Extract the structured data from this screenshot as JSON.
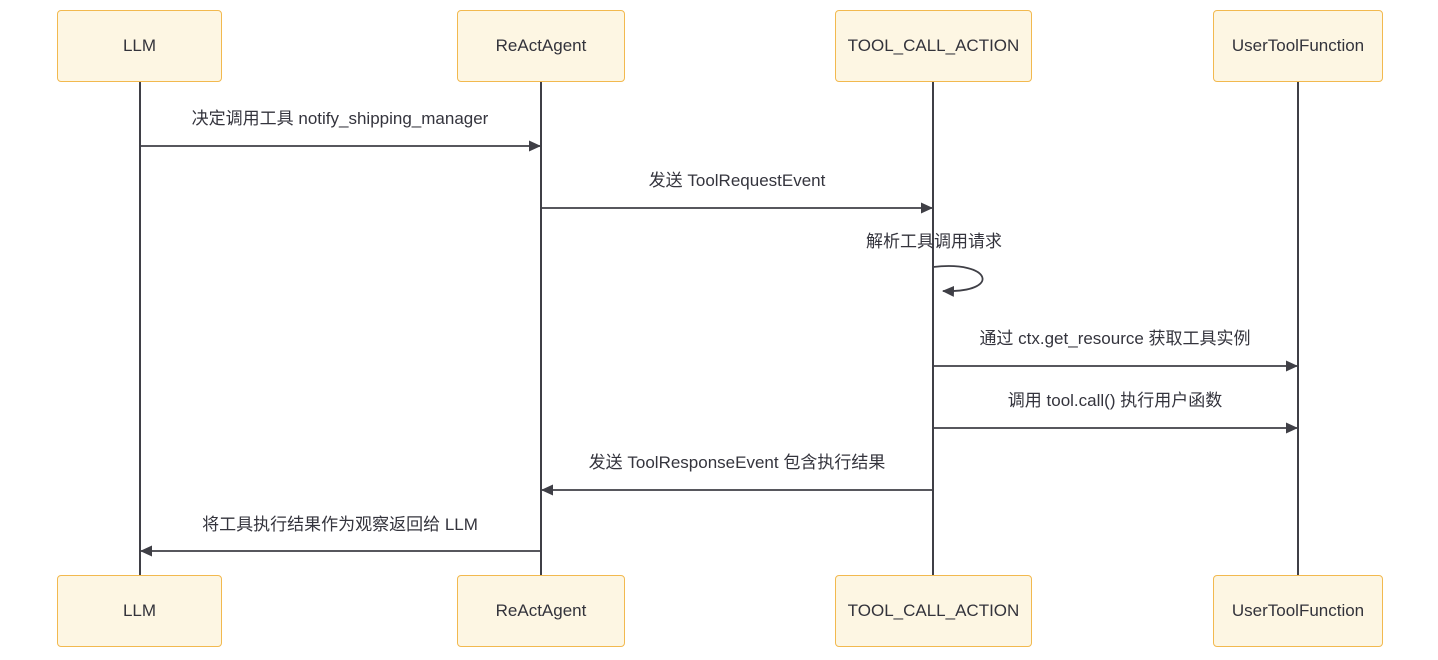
{
  "diagram": {
    "type": "sequence-diagram",
    "background": "#ffffff",
    "colors": {
      "actor_fill": "#fdf6e3",
      "actor_border": "#f2b94f",
      "line": "#3f3f46",
      "text": "#34343d"
    },
    "actors": [
      {
        "id": "llm",
        "label": "LLM"
      },
      {
        "id": "react-agent",
        "label": "ReActAgent"
      },
      {
        "id": "tool-call-action",
        "label": "TOOL_CALL_ACTION"
      },
      {
        "id": "user-tool-function",
        "label": "UserToolFunction"
      }
    ],
    "messages": [
      {
        "from": "LLM",
        "to": "ReActAgent",
        "text": "决定调用工具 notify_shipping_manager",
        "kind": "solid-arrow"
      },
      {
        "from": "ReActAgent",
        "to": "TOOL_CALL_ACTION",
        "text": "发送 ToolRequestEvent",
        "kind": "solid-arrow"
      },
      {
        "from": "TOOL_CALL_ACTION",
        "to": "TOOL_CALL_ACTION",
        "text": "解析工具调用请求",
        "kind": "self-loop"
      },
      {
        "from": "TOOL_CALL_ACTION",
        "to": "UserToolFunction",
        "text": "通过 ctx.get_resource 获取工具实例",
        "kind": "solid-arrow"
      },
      {
        "from": "TOOL_CALL_ACTION",
        "to": "UserToolFunction",
        "text": "调用 tool.call() 执行用户函数",
        "kind": "solid-arrow"
      },
      {
        "from": "TOOL_CALL_ACTION",
        "to": "ReActAgent",
        "text": "发送 ToolResponseEvent 包含执行结果",
        "kind": "solid-arrow"
      },
      {
        "from": "ReActAgent",
        "to": "LLM",
        "text": "将工具执行结果作为观察返回给 LLM",
        "kind": "solid-arrow"
      }
    ]
  }
}
